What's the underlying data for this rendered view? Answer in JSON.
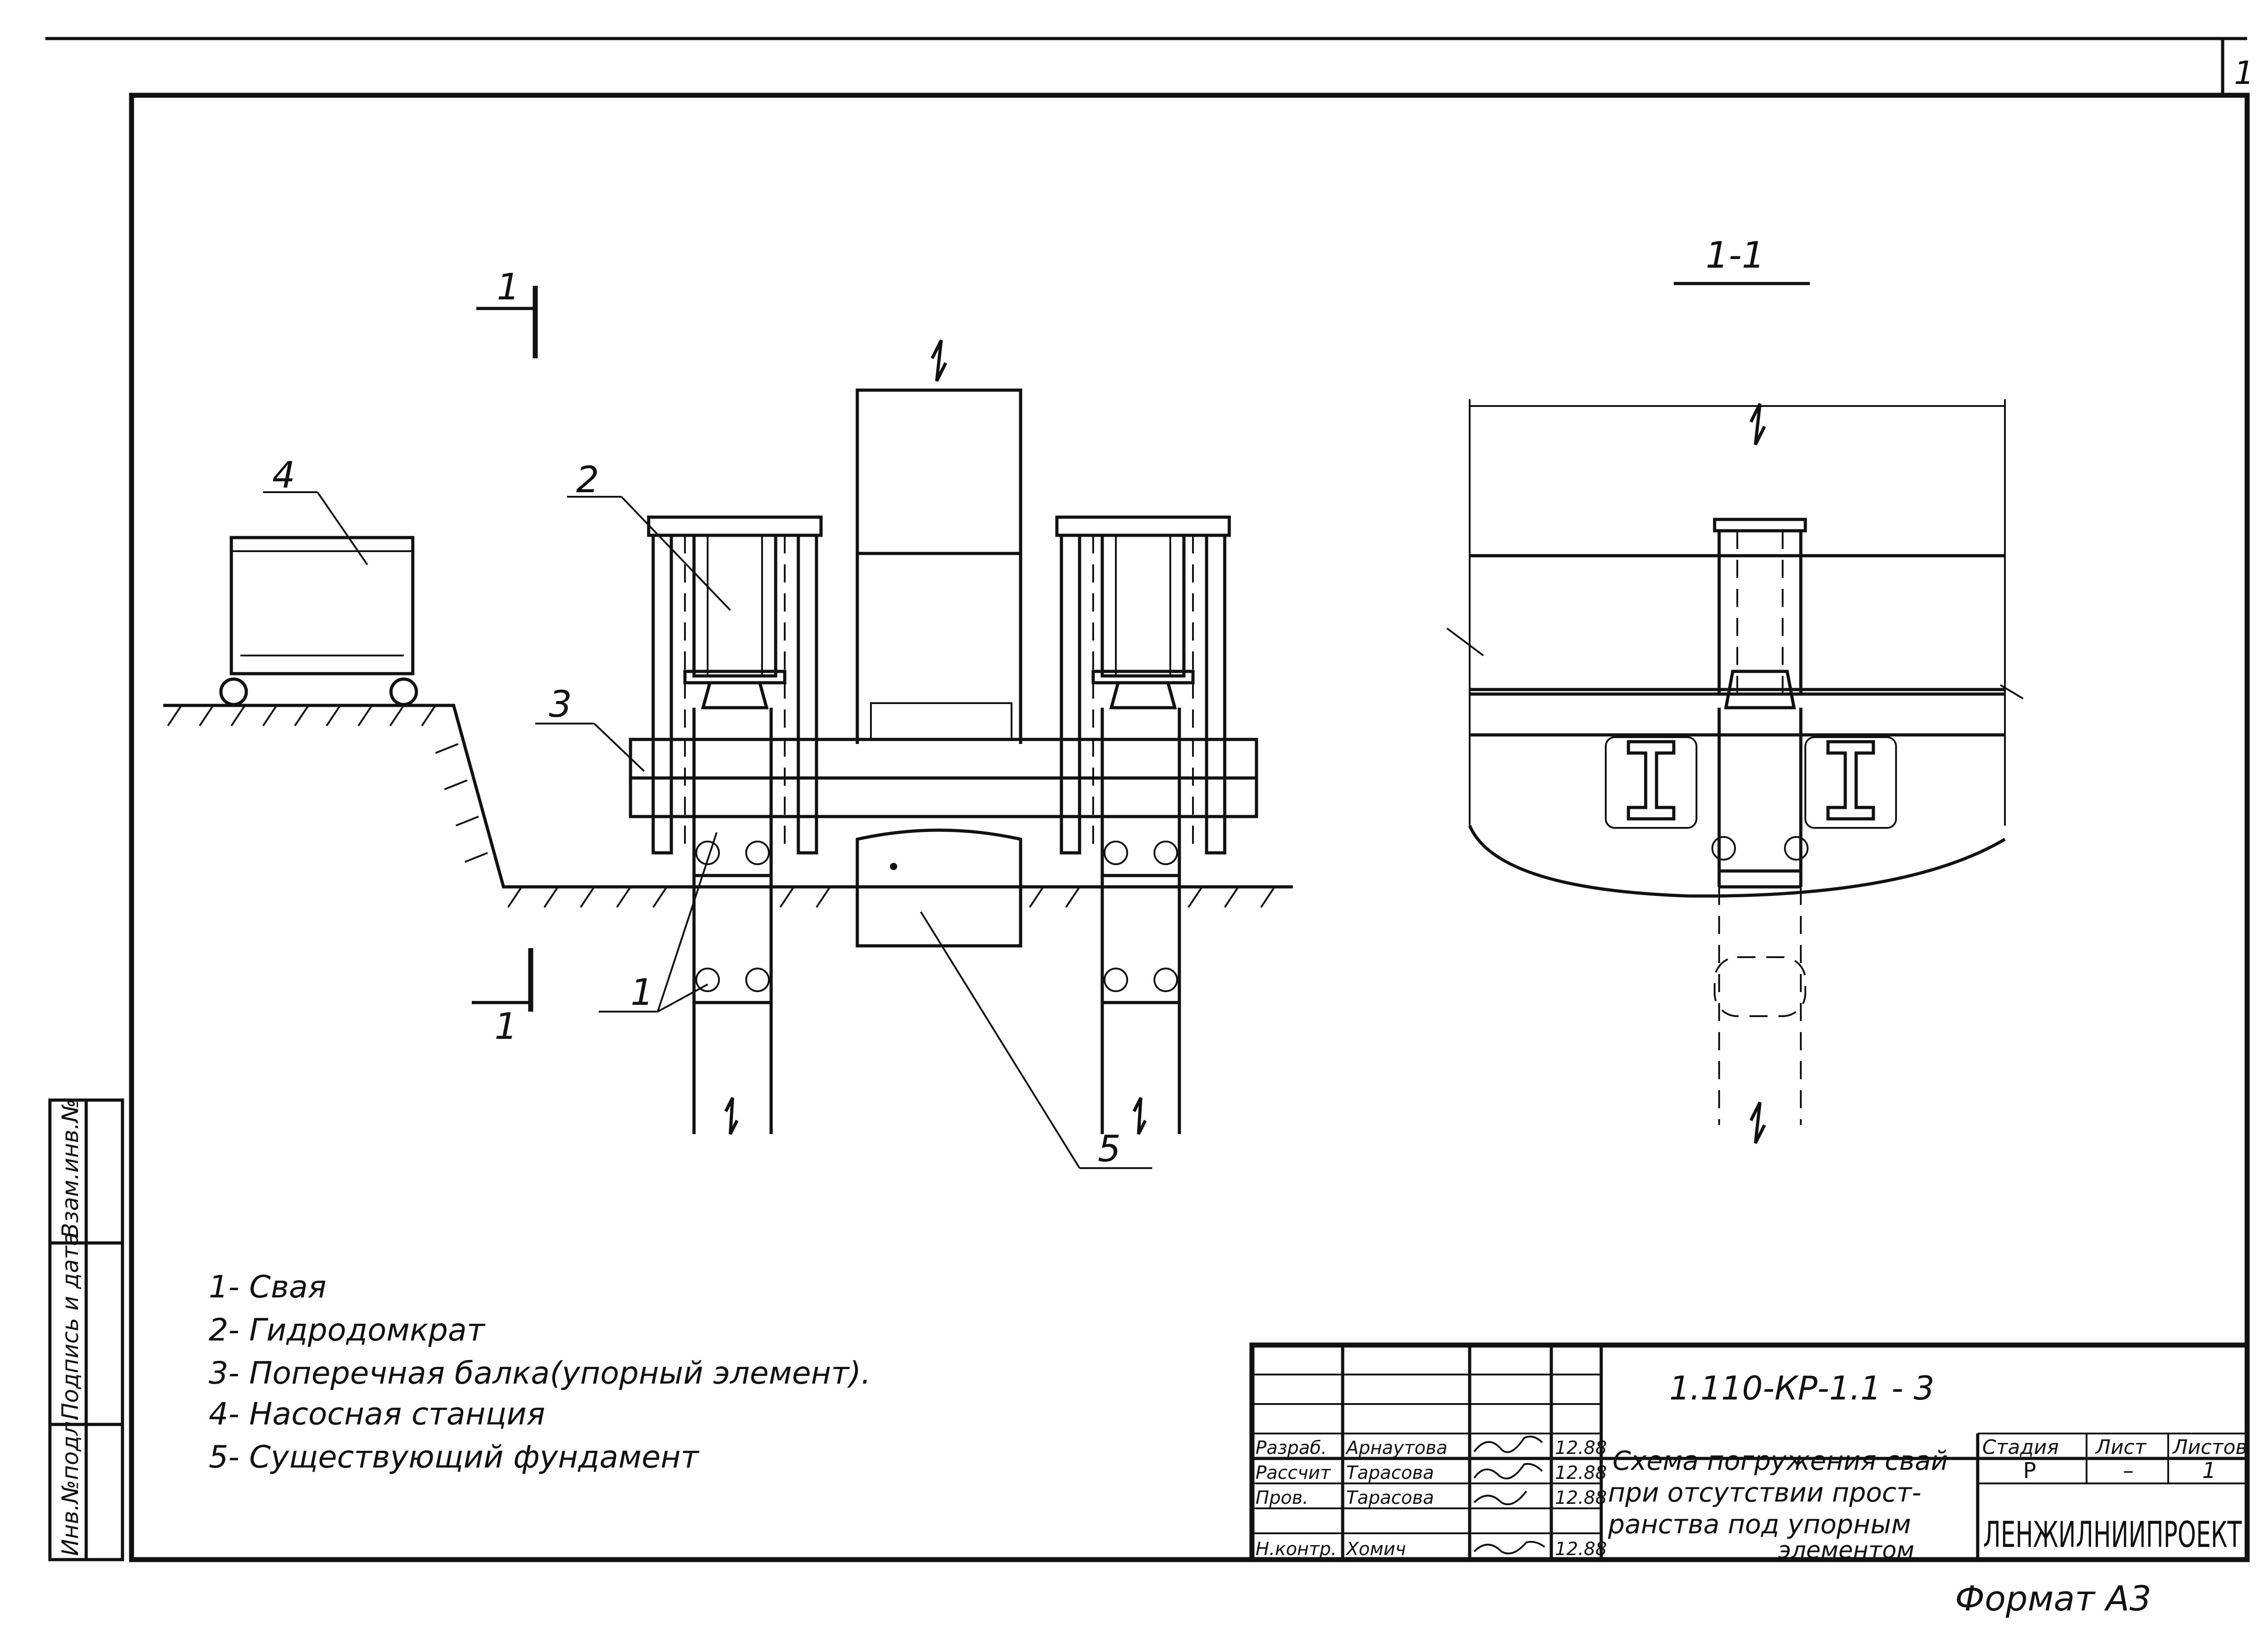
{
  "sheet": {
    "sheet_corner_number": "1",
    "format_label": "Формат А3"
  },
  "drawing": {
    "section_mark_label": "1",
    "section_title": "1-1",
    "callouts": [
      "1",
      "2",
      "3",
      "4",
      "5"
    ]
  },
  "legend": {
    "items": [
      "1- Свая",
      "2- Гидродомкрат",
      "3- Поперечная балка(упорный элемент).",
      "4- Насосная станция",
      "5- Существующий фундамент"
    ]
  },
  "side_stamp": {
    "fields": [
      "Инв.№подл.",
      "Подпись и дата",
      "Взам.инв.№"
    ]
  },
  "title_block": {
    "document_code": "1.110-КР-1.1 - 3",
    "title_lines": [
      "Схема погружения свай",
      "при отсутствии прост-",
      "ранства под упорным",
      "элементом"
    ],
    "roles": [
      "Разраб.",
      "Рассчит",
      "Пров.",
      "Н.контр."
    ],
    "names": [
      "Арнаутова",
      "Тарасова",
      "Тарасова",
      "Хомич"
    ],
    "dates": [
      "12.88",
      "12.88",
      "12.88",
      "12.88"
    ],
    "stage_header": "Стадия",
    "sheet_header": "Лист",
    "sheets_header": "Листов",
    "stage_value": "Р",
    "sheet_value": "–",
    "sheets_value": "1",
    "organization": "ЛЕНЖИЛНИИПРОЕКТ"
  }
}
